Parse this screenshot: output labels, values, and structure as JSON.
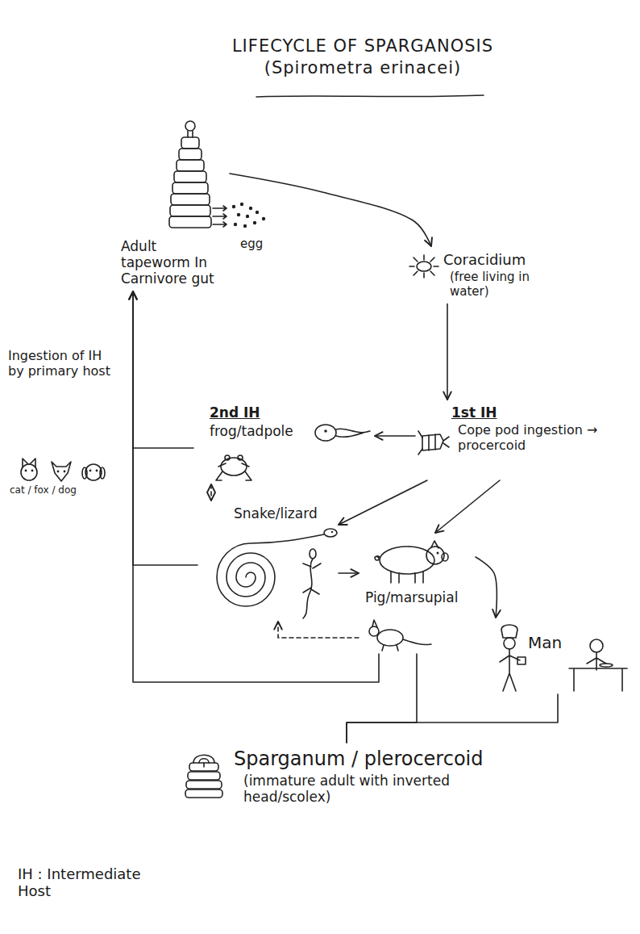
{
  "diagram": {
    "title": "LIFECYCLE OF SPARGANOSIS (Spirometra erinacei)",
    "nodes": [
      {
        "text": [
          "Adult tapeworm In Carnivore gut"
        ]
      },
      {
        "text": [
          "Coracidium",
          "(free living in water)"
        ]
      },
      {
        "text": [
          "1st IH",
          "Cope pod ingestion → procercoid"
        ]
      },
      {
        "text": [
          "2nd IH",
          "frog/tadpole"
        ]
      },
      {
        "text": [
          "Snake/lizard"
        ]
      },
      {
        "text": [
          "Pig/marsupial"
        ]
      },
      {
        "text": [
          "Man"
        ]
      },
      {
        "text": [
          "Sparganum / plerocercoid",
          "(immature adult with inverted head/scolex)"
        ]
      }
    ],
    "edges": [
      {
        "from": 0,
        "to": 1,
        "arrow": "to"
      },
      {
        "from": 1,
        "to": 2,
        "arrow": "to"
      },
      {
        "from": 2,
        "to": 3,
        "arrow": "to"
      },
      {
        "from": 2,
        "to": 4,
        "arrow": "to"
      },
      {
        "from": 2,
        "to": 5,
        "arrow": "to"
      },
      {
        "from": 3,
        "to": 4,
        "arrow": "both"
      },
      {
        "from": 4,
        "to": 5,
        "arrow": "to"
      },
      {
        "from": 5,
        "to": 4,
        "arrow": "to"
      },
      {
        "from": 5,
        "to": 6,
        "arrow": "to"
      },
      {
        "from": 3,
        "to": 0,
        "arrow": "to"
      },
      {
        "from": 4,
        "to": 0,
        "arrow": "to"
      },
      {
        "from": 5,
        "to": 0,
        "arrow": "to"
      },
      {
        "from": 5,
        "to": 7,
        "arrow": "none"
      },
      {
        "from": 6,
        "to": 7,
        "arrow": "none"
      }
    ],
    "labels": [
      "egg",
      "Ingestion of IH by primary host",
      "cat / fox / dog",
      "IH : Intermediate Host"
    ]
  }
}
